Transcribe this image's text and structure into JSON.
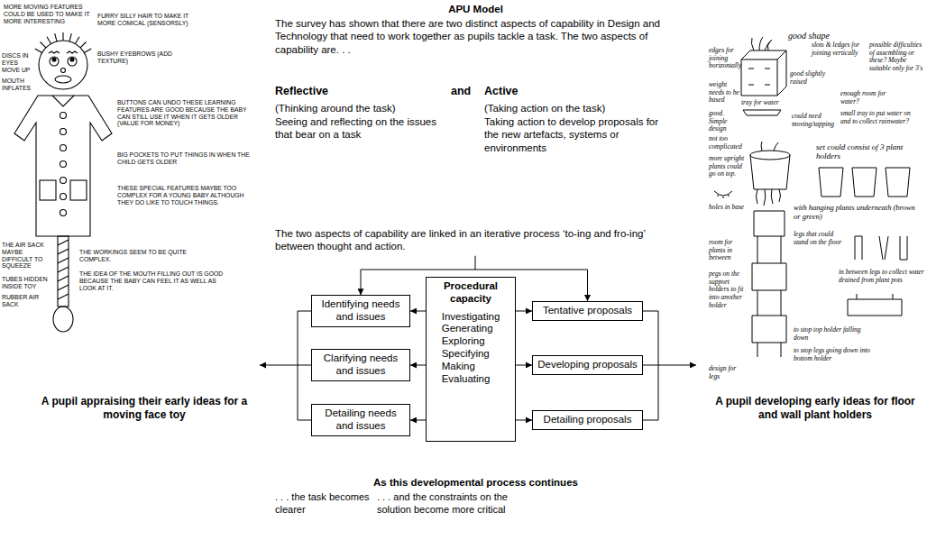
{
  "diagram": {
    "title": "APU Model",
    "nodes": [
      {
        "text": [
          "Identifying needs and issues"
        ]
      },
      {
        "text": [
          "Procedural capacity",
          "Investigating Generating Exploring Specifying Making Evaluating"
        ]
      },
      {
        "text": [
          "Tentative proposals"
        ]
      },
      {
        "text": [
          "Clarifying needs and issues"
        ]
      },
      {
        "text": [
          "Developing proposals"
        ]
      },
      {
        "text": [
          "Detailing needs and issues"
        ]
      },
      {
        "text": [
          "Detailing proposals"
        ]
      }
    ],
    "edges": [
      {
        "from": 1,
        "to": 0,
        "arrow": "to"
      },
      {
        "from": 1,
        "to": 2,
        "arrow": "to"
      },
      {
        "from": 1,
        "to": 3,
        "arrow": "to"
      },
      {
        "from": 1,
        "to": 4,
        "arrow": "to"
      },
      {
        "from": 1,
        "to": 5,
        "arrow": "to"
      },
      {
        "from": 1,
        "to": 6,
        "arrow": "to"
      }
    ],
    "labels": [
      "The survey has shown that there are two distinct aspects of capability in Design and Technology that need to work together as pupils tackle a task. The two aspects of capability are. . .",
      "Reflective",
      "and",
      "Active",
      "(Thinking around the task)",
      "Seeing and reflecting on the issues that bear on a task",
      "(Taking action on the task)",
      "Taking action to develop proposals for the new artefacts, systems or environments",
      "The two aspects of capability are linked in an iterative process ‘to-ing and fro-ing’ between thought and action.",
      "As this developmental process continues",
      ". . . the task becomes clearer",
      ". . . and the constraints on the solution become more critical",
      "A pupil appraising their early ideas for a moving face toy",
      "A pupil developing early ideas for floor and wall plant holders",
      "MORE MOVING FEATURES COULD BE USED TO MAKE IT MORE INTERESTING",
      "FURRY SILLY HAIR TO MAKE IT MORE COMICAL (SENSORSLY)",
      "DISCS IN EYES MOVE UP",
      "BUSHY EYEBROWS (ADD TEXTURE)",
      "MOUTH INFLATES",
      "BUTTONS CAN UNDO THESE LEARNING FEATURES ARE GOOD BECAUSE THE BABY CAN STILL USE IT WHEN IT GETS OLDER (VALUE FOR MONEY)",
      "BIG POCKETS TO PUT THINGS IN WHEN THE CHILD GETS OLDER",
      "THESE SPECIAL FEATURES MAYBE TOO COMPLEX FOR A YOUNG BABY ALTHOUGH THEY DO LIKE TO TOUCH THINGS.",
      "THE AIR SACK MAYBE DIFFICULT TO SQUEEZE",
      "TUBES HIDDEN INSIDE TOY",
      "RUBBER AIR SACK",
      "THE WORKINGS SEEM TO BE QUITE COMPLEX.",
      "THE IDEA OF THE MOUTH FILLING OUT IS GOOD BECAUSE THE BABY CAN FEEL IT AS WELL AS LOOK AT IT.",
      "good shape",
      "edges for joining horizontally",
      "slots & ledges for joining vertically",
      "possible difficulties of assembling or these? Maybe suitable only for 3's",
      "weight needs to be based",
      "good slightly raised",
      "tray for water",
      "enough room for water?",
      "good. Simple design",
      "not too complicated",
      "small tray to put water on and to collect rainwater?",
      "could need moving/tapping",
      "holes in base",
      "set could consist of 3 plant holders",
      "more upright plants could go on top.",
      "with hanging plants underneath (brown or green)",
      "legs that could stand on the floor",
      "in between legs to collect water drained from plant pots",
      "room for plants in between",
      "pegs on the support holders to fit into another holder",
      "to stop top holder falling down",
      "to stop legs going down into bottom holder",
      "design for legs"
    ]
  }
}
